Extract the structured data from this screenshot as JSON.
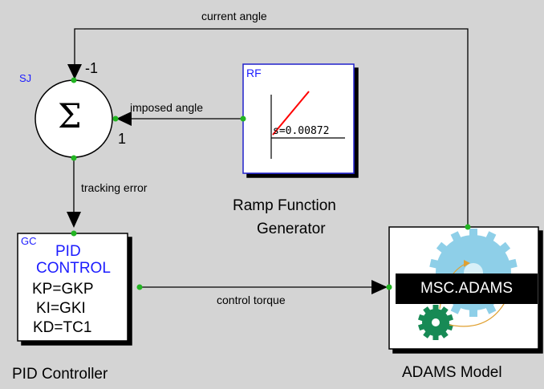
{
  "summing_junction": {
    "tag": "SJ",
    "symbol": "Σ",
    "top_sign": "-1",
    "right_sign": "1"
  },
  "ramp_block": {
    "tag": "RF",
    "slope_text": "s=0.00872",
    "caption_line1": "Ramp Function",
    "caption_line2": "Generator"
  },
  "pid_block": {
    "tag": "GC",
    "title_line1": "PID",
    "title_line2": "CONTROL",
    "kp": "KP=GKP",
    "ki": "KI=GKI",
    "kd": "KD=TC1",
    "caption": "PID Controller"
  },
  "adams_block": {
    "badge": "MSC.ADAMS",
    "caption": "ADAMS Model"
  },
  "signals": {
    "current_angle": "current angle",
    "imposed_angle": "imposed angle",
    "tracking_error": "tracking error",
    "control_torque": "control torque"
  },
  "colors": {
    "background": "#d4d4d4",
    "wire": "#000000",
    "port": "#22b522",
    "block_border_blue": "#2222cc",
    "tag_blue": "#1c1cff",
    "ramp_line": "#ff0000",
    "gear_light": "#8ecfe8",
    "gear_dark": "#178a55"
  }
}
